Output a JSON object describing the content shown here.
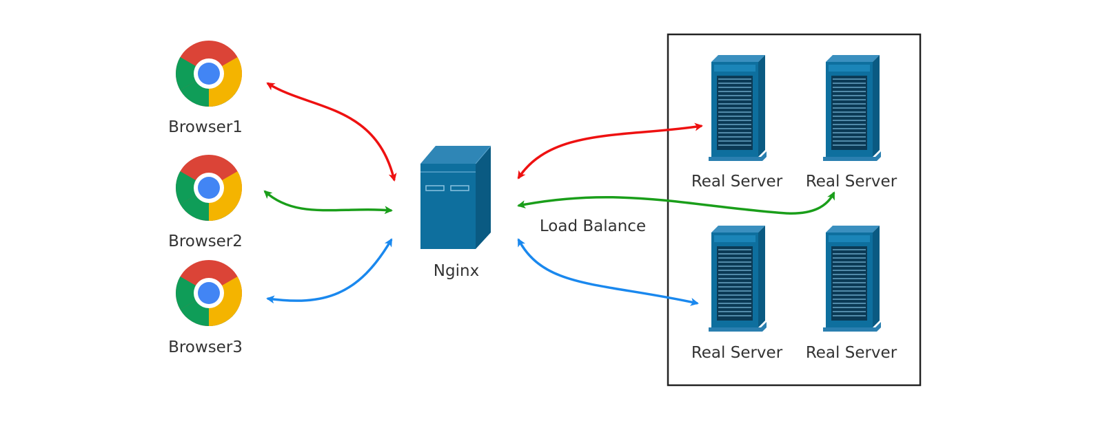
{
  "browsers": [
    {
      "label": "Browser1"
    },
    {
      "label": "Browser2"
    },
    {
      "label": "Browser3"
    }
  ],
  "nginx": {
    "label": "Nginx"
  },
  "load_balance": {
    "label": "Load Balance"
  },
  "servers": [
    {
      "label": "Real Server"
    },
    {
      "label": "Real Server"
    },
    {
      "label": "Real Server"
    },
    {
      "label": "Real Server"
    }
  ],
  "colors": {
    "red_link": "#ee1111",
    "green_link": "#1a9e1a",
    "blue_link": "#1a88ee",
    "server_blue": "#0e6f9e",
    "chrome_red": "#db4437",
    "chrome_green": "#0f9d58",
    "chrome_yellow": "#f4b400",
    "chrome_blue": "#4285f4"
  }
}
